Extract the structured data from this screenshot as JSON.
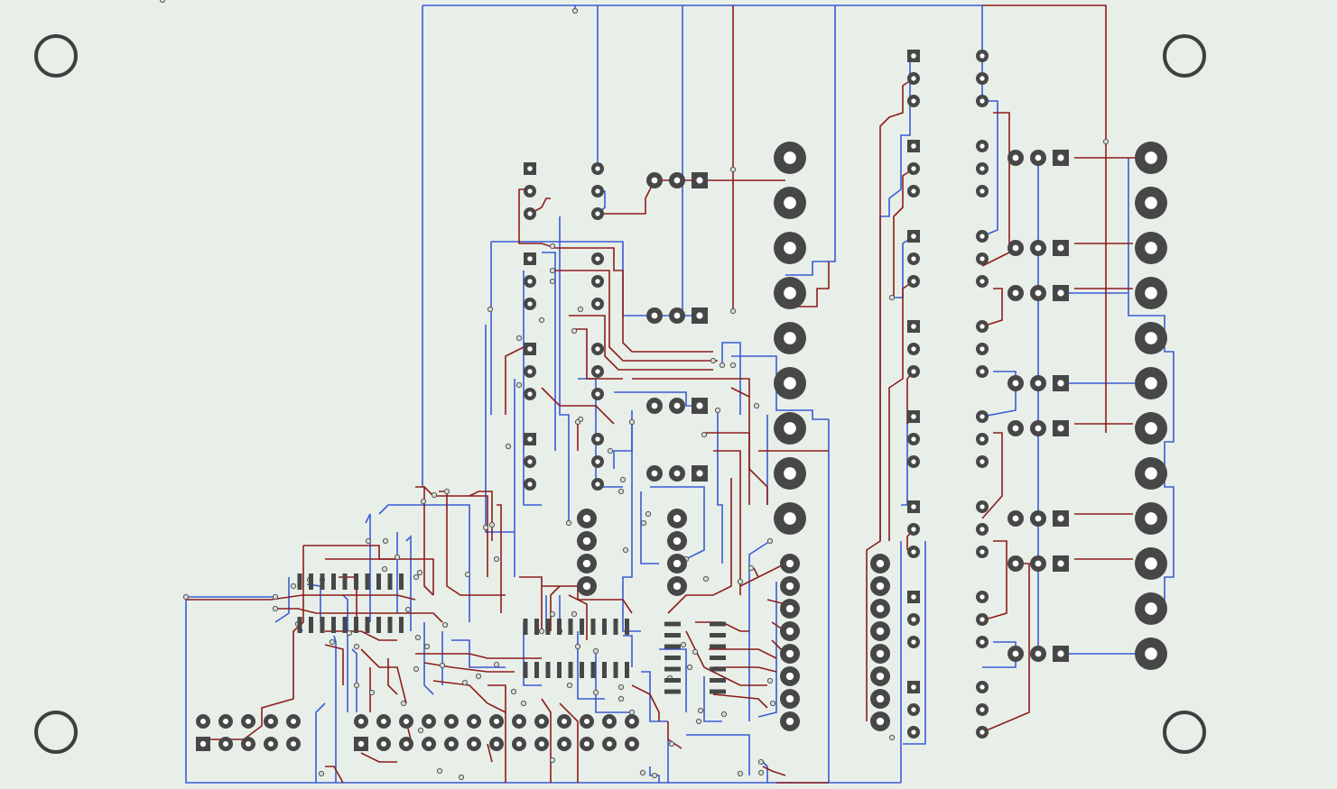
{
  "app": {
    "view": "PCB layout"
  },
  "colors": {
    "background": "#e8efe8",
    "trace_top": "#8e1c1c",
    "trace_bottom": "#3a5bd6",
    "pad": "#474747",
    "pad_hole": "#ffffff",
    "mount_hole": "#3f3f3f"
  },
  "layers": [
    "top-copper",
    "bottom-copper",
    "pads",
    "mounting-holes"
  ],
  "icons": {
    "mount_hole": "circle-outline",
    "pad_round": "ring",
    "pad_square": "square-ring",
    "via": "small-ring",
    "smd_pad": "rectangle"
  },
  "components": {
    "mounting_holes": 4,
    "header_columns_right": 2,
    "dip_ics": 2,
    "smd_ics": 4,
    "large_terminals_left": 9,
    "large_terminals_right": 12,
    "bottom_connector_2x13": 1,
    "bottom_connector_2x5": 1
  }
}
